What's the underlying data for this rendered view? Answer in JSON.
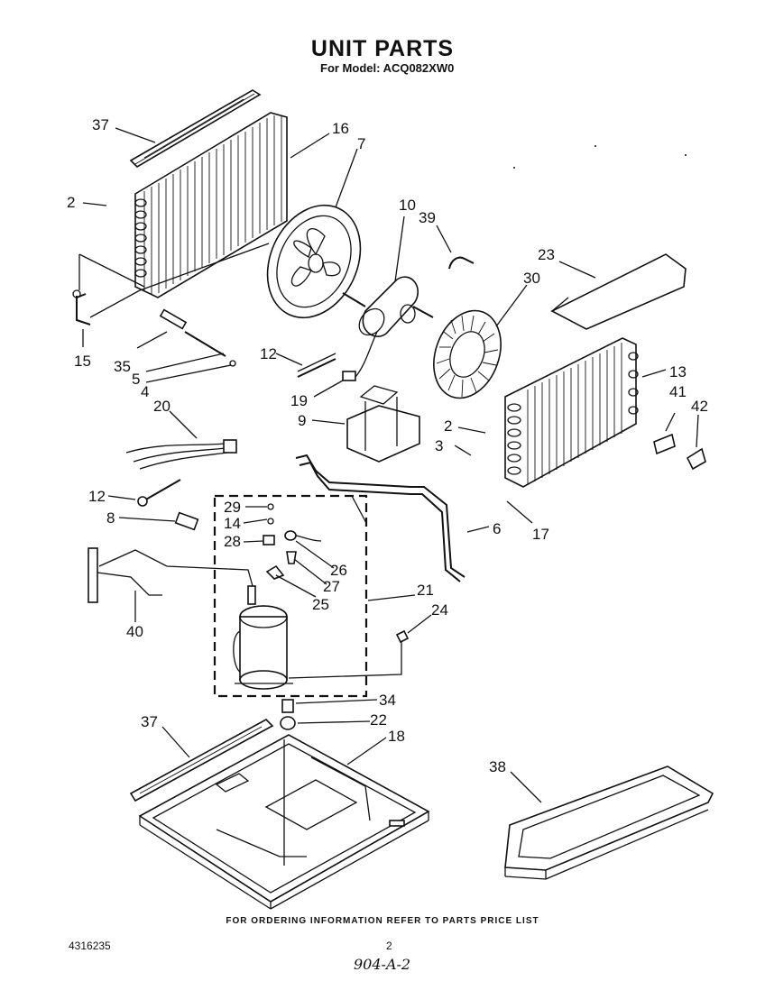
{
  "header": {
    "title": "UNIT PARTS",
    "model": "For Model: ACQ082XW0"
  },
  "callouts": [
    "37",
    "16",
    "7",
    "2",
    "10",
    "39",
    "23",
    "30",
    "15",
    "35",
    "5",
    "4",
    "12",
    "19",
    "13",
    "41",
    "42",
    "9",
    "20",
    "2",
    "3",
    "6",
    "17",
    "12",
    "29",
    "14",
    "28",
    "8",
    "26",
    "27",
    "25",
    "21",
    "24",
    "40",
    "34",
    "22",
    "37",
    "18",
    "38"
  ],
  "footer": {
    "note": "FOR ORDERING INFORMATION REFER TO PARTS PRICE LIST",
    "doc_number": "4316235",
    "page_number": "2",
    "handwritten": "904-A-2"
  }
}
